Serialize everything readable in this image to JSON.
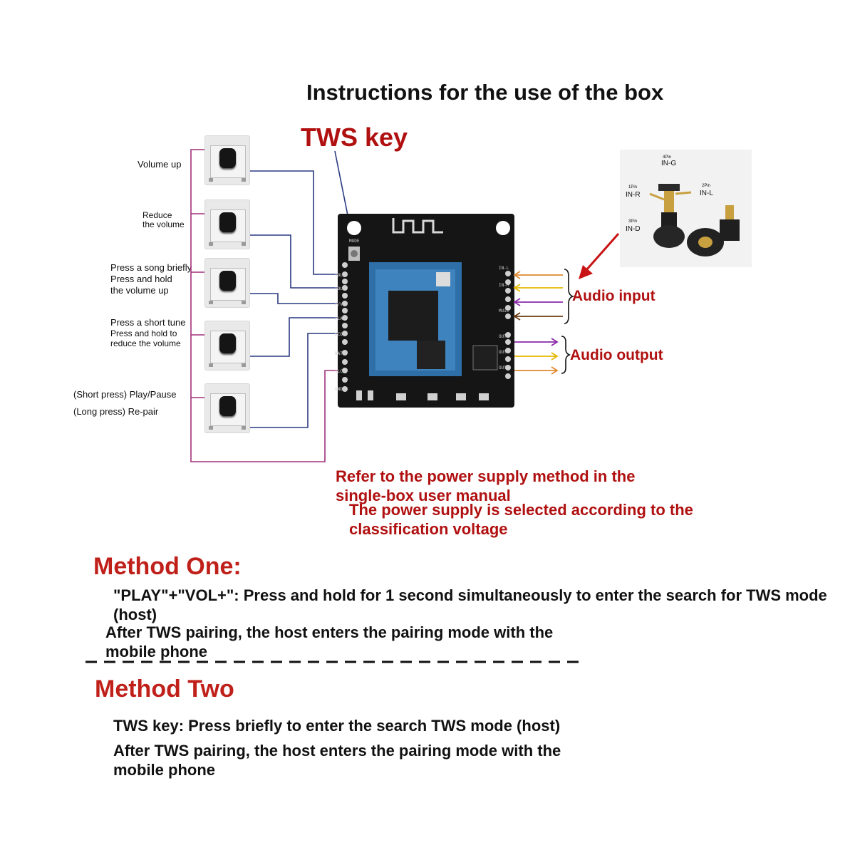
{
  "title": "Instructions for the use of the box",
  "tws_key_label": "TWS key",
  "buttons": [
    {
      "lines": [
        "Volume up"
      ]
    },
    {
      "lines": [
        "Reduce",
        "the volume"
      ]
    },
    {
      "lines": [
        "Press a song briefly",
        "Press and hold",
        "the volume up"
      ]
    },
    {
      "lines": [
        "Press a short tune",
        "Press and hold to",
        "reduce the volume"
      ]
    },
    {
      "lines": [
        "(Short press) Play/Pause",
        "(Long press) Re-pair"
      ]
    }
  ],
  "jack_pins": {
    "pin4": "4Pin",
    "in_g": "IN-G",
    "pin1": "1Pin",
    "in_r": "IN-R",
    "pin2": "2Pin",
    "in_l": "IN-L",
    "pin3": "3Pin",
    "in_d": "IN-D"
  },
  "board_labels": {
    "mode": "MODE",
    "vol": "VOL-",
    "vol_plus": "VOL+",
    "pv": "P/V+",
    "play": "PLAY",
    "kcom": "KCOM",
    "bat": "BAT",
    "vlc": "VLC",
    "gnd": "GND",
    "in_l": "IN-L",
    "in_r": "IN-R",
    "music": "MUIC",
    "out_l": "OUTL",
    "out_r": "OUTR",
    "out_d": "OUTD"
  },
  "audio_input_label": "Audio input",
  "audio_output_label": "Audio output",
  "power_note_1": "Refer to the power supply method in the single-box user manual",
  "power_note_2": "The power supply is selected according to the classification voltage",
  "method_one": {
    "heading": "Method One:",
    "line1": "\"PLAY\"+\"VOL+\": Press and hold for 1 second simultaneously to enter the search for TWS mode (host)",
    "line2": "After TWS pairing, the host enters the pairing mode with the mobile phone"
  },
  "method_two": {
    "heading": "Method Two",
    "line1": "TWS key: Press briefly to enter the search TWS mode (host)",
    "line2": "After TWS pairing, the host enters the pairing mode with the mobile phone"
  },
  "colors": {
    "accent_red": "#b01010",
    "wire_purple": "#a0307a",
    "wire_blue": "#2a3a80",
    "arrow_orange": "#e08a30",
    "arrow_yellow": "#e6b800",
    "arrow_purple": "#8a2aa8",
    "arrow_brown": "#6a3a10",
    "pcb_black": "#151515",
    "module_blue": "#2f6fa8"
  }
}
